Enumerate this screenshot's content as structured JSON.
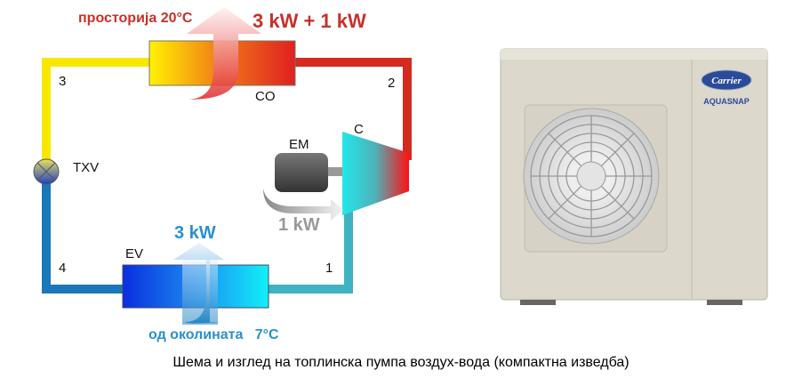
{
  "diagram": {
    "room_label": "просторија 20°C",
    "condenser_power": "3 kW + 1 kW",
    "evaporator_power": "3 kW",
    "compressor_power": "1 kW",
    "ambient_label": "од околината   7°C",
    "labels": {
      "co": "CO",
      "c": "C",
      "em": "EM",
      "txv": "TXV",
      "ev": "EV",
      "p1": "1",
      "p2": "2",
      "p3": "3",
      "p4": "4"
    }
  },
  "unit": {
    "brand": "Carrier",
    "product": "AQUASNAP"
  },
  "caption": "Шема и изглед на топлинска пумпа воздух-вода (компактна изведба)",
  "colors": {
    "hot": "#d42a20",
    "warm": "#f5e400",
    "cold": "#1f7fc0",
    "teal": "#40b3c3",
    "text_red": "#c8302a",
    "text_blue": "#2a8fcf"
  }
}
